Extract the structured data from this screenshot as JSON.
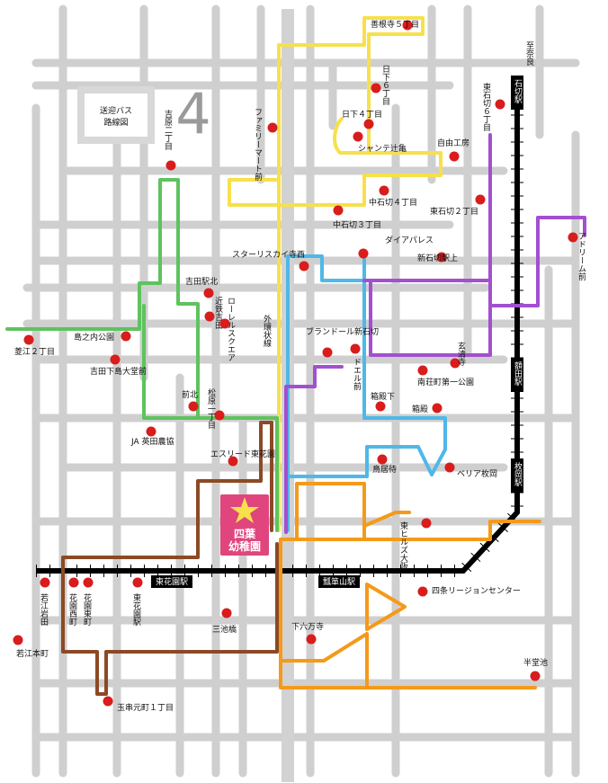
{
  "map": {
    "title": "送迎バス\n路線図",
    "number": "4",
    "road_label": "外環状線",
    "direction_label": "至奈良",
    "kindergarten": "四葉\n幼稚園",
    "stations": [
      "石切駅",
      "額田駅",
      "枚岡駅",
      "東花園駅",
      "瓢箪山駅"
    ],
    "stops": [
      "善根寺５丁目",
      "日下６丁目",
      "日下４丁目",
      "シャンテ辻亀",
      "自由工房",
      "ファミリーマート前",
      "吉原二丁目",
      "東石切６丁目",
      "中石切４丁目",
      "東石切２丁目",
      "中石切３丁目",
      "アドリーム前",
      "スターリスカイ寺西",
      "ダイアパレス",
      "新石切駅上",
      "吉田駅北",
      "近鉄吉田",
      "ローレルスクエア",
      "島之内公園",
      "菱江２丁目",
      "ブランドール新石切",
      "ドエル前",
      "玄清寺",
      "吉田下島大堂前",
      "箱殿下",
      "南荘町第一公園",
      "箱殿",
      "前北",
      "松原一丁目",
      "JA 英田農協",
      "エスリード東花園",
      "鳥居待",
      "ベリア枚岡",
      "東ヒルズ大阪",
      "四条リージョンセンター",
      "若江岩田",
      "花園西町",
      "花園東町",
      "東花園駅",
      "三池橋",
      "下六万寺",
      "半堂池",
      "若江本町",
      "玉串元町１丁目"
    ]
  },
  "colors": {
    "road": "#cfcfcf",
    "yellow": "#f7e04b",
    "green": "#5ec35e",
    "blue": "#4fb8e8",
    "purple": "#a24fd0",
    "brown": "#8b4a25",
    "orange": "#f49a1a",
    "stop": "#d91c1c",
    "kindergarten": "#e0457e"
  }
}
